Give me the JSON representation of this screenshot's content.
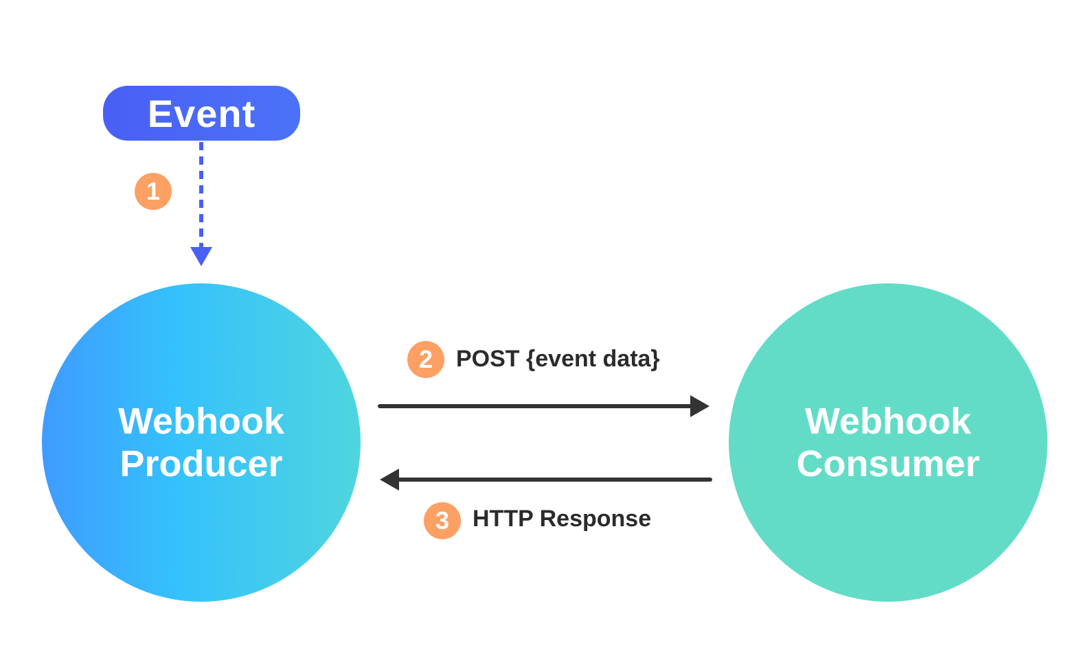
{
  "event": {
    "label": "Event"
  },
  "producer": {
    "line1": "Webhook",
    "line2": "Producer"
  },
  "consumer": {
    "line1": "Webhook",
    "line2": "Consumer"
  },
  "steps": [
    {
      "number": "1",
      "label": ""
    },
    {
      "number": "2",
      "label": "POST {event data}"
    },
    {
      "number": "3",
      "label": "HTTP Response"
    }
  ],
  "colors": {
    "event_pill": "#4b6af7",
    "producer_gradient": [
      "#3f9bff",
      "#35c1fc",
      "#4fd5de"
    ],
    "consumer": "#62dcc7",
    "step_badge": "#fca064",
    "arrow": "#333333",
    "dashed_arrow": "#4a5ff5",
    "label_text": "#2b2b2b"
  },
  "icons": {
    "event_to_producer": "dashed-arrow-down-icon",
    "request": "arrow-right-icon",
    "response": "arrow-left-icon"
  }
}
